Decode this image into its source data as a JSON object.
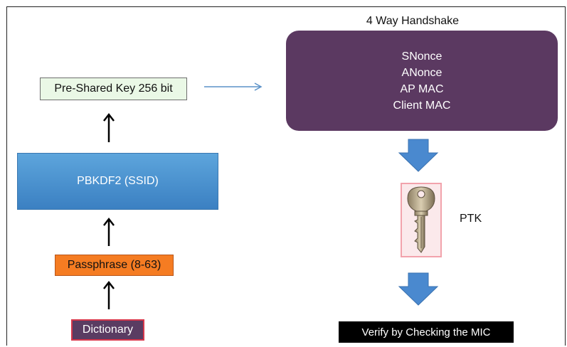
{
  "handshake": {
    "title": "4 Way Handshake",
    "items": [
      "SNonce",
      "ANonce",
      "AP MAC",
      "Client MAC"
    ]
  },
  "boxes": {
    "psk": "Pre-Shared Key 256 bit",
    "pbkdf2": "PBKDF2 (SSID)",
    "passphrase": "Passphrase (8-63)",
    "dictionary": "Dictionary"
  },
  "ptk_label": "PTK",
  "verify_label": "Verify by Checking the MIC",
  "colors": {
    "handshake_box": "#5b3961",
    "pbkdf2_box": "#4a90d0",
    "passphrase_box": "#f57c22",
    "dictionary_box": "#5a3c62",
    "psk_box": "#eaf8e6",
    "blue_arrow": "#4a89cf"
  },
  "icons": [
    "up-arrow-icon",
    "right-arrow-icon",
    "down-arrow-icon",
    "key-icon"
  ]
}
